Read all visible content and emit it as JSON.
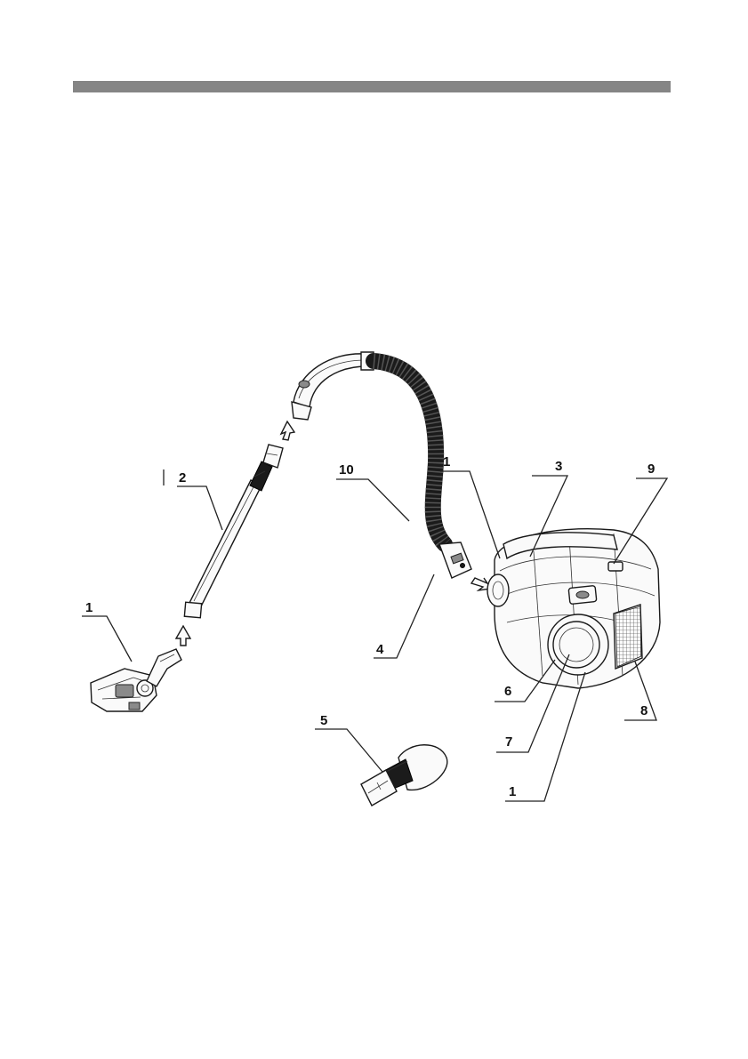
{
  "colors": {
    "rule": "#858585",
    "ink": "#111111",
    "hose": "#1b1b1b"
  },
  "callouts": [
    {
      "id": "tube",
      "text": "2"
    },
    {
      "id": "floor_nozzle",
      "text": "1"
    },
    {
      "id": "hose_handle",
      "text": "10"
    },
    {
      "id": "hose_inlet",
      "text": "4"
    },
    {
      "id": "carry_handle",
      "text": "1"
    },
    {
      "id": "power_button",
      "text": "3"
    },
    {
      "id": "dust_container",
      "text": "9"
    },
    {
      "id": "wheel",
      "text": "6"
    },
    {
      "id": "wheel_cover",
      "text": "7"
    },
    {
      "id": "outlet_filter",
      "text": "8"
    },
    {
      "id": "body_bottom",
      "text": "1"
    },
    {
      "id": "crevice_tool",
      "text": "5"
    }
  ]
}
